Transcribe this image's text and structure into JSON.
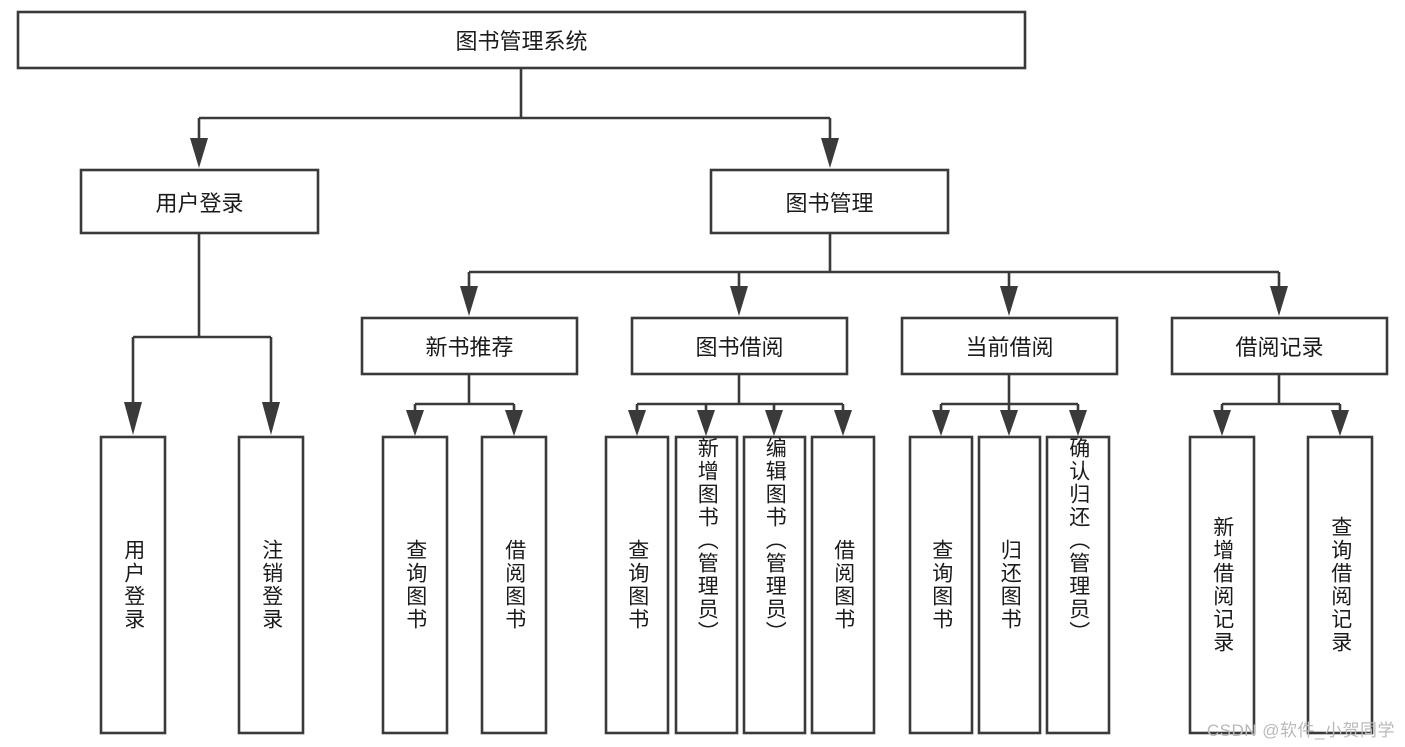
{
  "diagram": {
    "type": "tree-hierarchy",
    "title": "图书管理系统",
    "orientation": "top-down",
    "colors": {
      "box_stroke": "#3a3a3a",
      "box_fill": "#ffffff",
      "connector": "#3a3a3a",
      "text": "#1b1b1b",
      "watermark": "#b9b9b9",
      "background": "#ffffff"
    },
    "root": {
      "label": "图书管理系统"
    },
    "level2": [
      {
        "label": "用户登录"
      },
      {
        "label": "图书管理"
      }
    ],
    "level3": [
      {
        "label": "新书推荐"
      },
      {
        "label": "图书借阅"
      },
      {
        "label": "当前借阅"
      },
      {
        "label": "借阅记录"
      }
    ],
    "leaves": {
      "user_login": [
        {
          "label": "用户登录"
        },
        {
          "label": "注销登录"
        }
      ],
      "new_book_recommend": [
        {
          "label": "查询图书"
        },
        {
          "label": "借阅图书"
        }
      ],
      "book_borrow": [
        {
          "label": "查询图书"
        },
        {
          "label": "新增图书（管理员）"
        },
        {
          "label": "编辑图书（管理员）"
        },
        {
          "label": "借阅图书"
        }
      ],
      "current_borrow": [
        {
          "label": "查询图书"
        },
        {
          "label": "归还图书"
        },
        {
          "label": "确认归还（管理员）"
        }
      ],
      "borrow_record": [
        {
          "label": "新增借阅记录"
        },
        {
          "label": "查询借阅记录"
        }
      ]
    }
  },
  "watermark": {
    "text": "CSDN @软件_小贺同学"
  }
}
